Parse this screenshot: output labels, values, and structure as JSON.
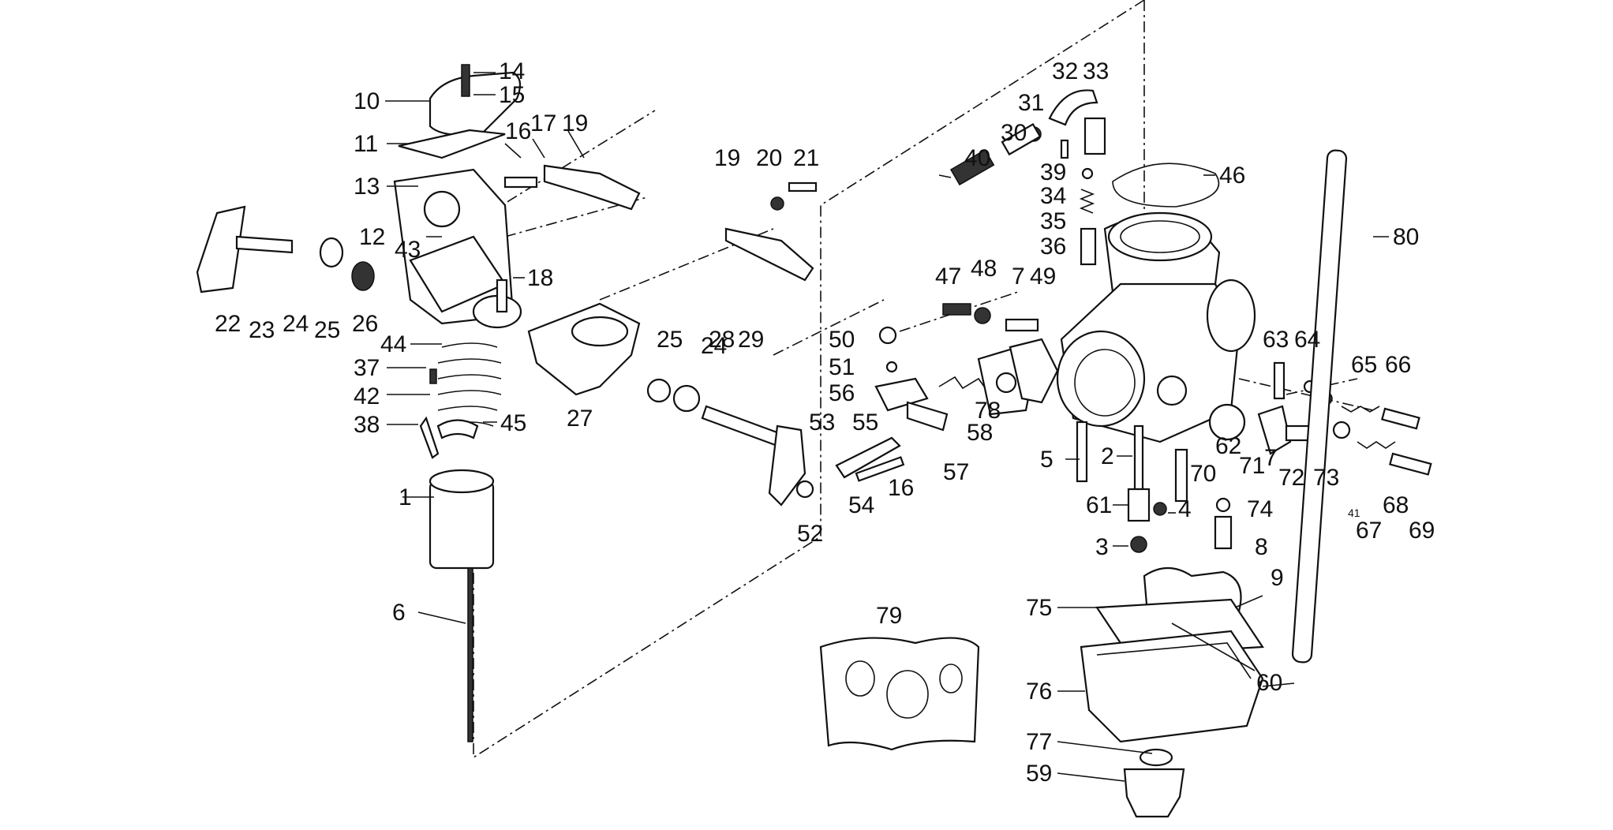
{
  "diagram": {
    "callouts": {
      "c1": "1",
      "c2": "2",
      "c3": "3",
      "c4": "4",
      "c5": "5",
      "c6": "6",
      "c7": "7",
      "c7b": "7",
      "c8": "8",
      "c9": "9",
      "c10": "10",
      "c11": "11",
      "c12": "12",
      "c13": "13",
      "c14": "14",
      "c15": "15",
      "c16": "16",
      "c16b": "16",
      "c17": "17",
      "c18": "18",
      "c19": "19",
      "c19b": "19",
      "c20": "20",
      "c21": "21",
      "c22": "22",
      "c23": "23",
      "c24": "24",
      "c24b": "24",
      "c25": "25",
      "c25b": "25",
      "c26": "26",
      "c27": "27",
      "c28": "28",
      "c29": "29",
      "c30": "30",
      "c31": "31",
      "c32": "32",
      "c33": "33",
      "c34": "34",
      "c35": "35",
      "c36": "36",
      "c37": "37",
      "c38": "38",
      "c39": "39",
      "c40": "40",
      "c41": "41",
      "c42": "42",
      "c43": "43",
      "c44": "44",
      "c45": "45",
      "c46": "46",
      "c47": "47",
      "c48": "48",
      "c49": "49",
      "c50": "50",
      "c51": "51",
      "c52": "52",
      "c53": "53",
      "c54": "54",
      "c55": "55",
      "c56": "56",
      "c57": "57",
      "c58": "58",
      "c59": "59",
      "c60": "60",
      "c61": "61",
      "c62": "62",
      "c63": "63",
      "c64": "64",
      "c65": "65",
      "c66": "66",
      "c67": "67",
      "c68": "68",
      "c69": "69",
      "c70": "70",
      "c71": "71",
      "c72": "72",
      "c73": "73",
      "c74": "74",
      "c75": "75",
      "c76": "76",
      "c77": "77",
      "c78": "78",
      "c79": "79",
      "c80": "80"
    }
  }
}
